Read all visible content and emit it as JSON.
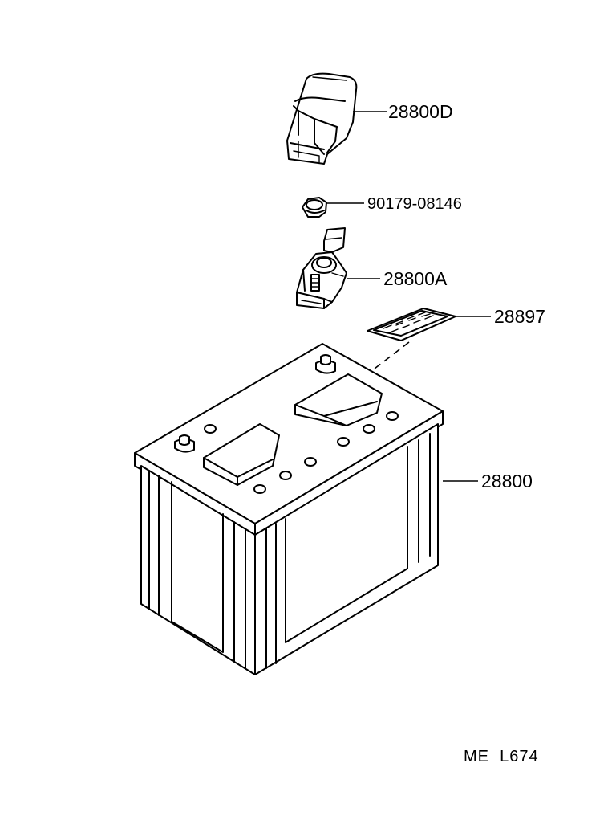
{
  "diagram": {
    "parts": [
      {
        "number": "28800D"
      },
      {
        "number": "90179-08146"
      },
      {
        "number": "28800A"
      },
      {
        "number": "28897"
      },
      {
        "number": "28800"
      }
    ],
    "reference_code": "ME  L674"
  }
}
